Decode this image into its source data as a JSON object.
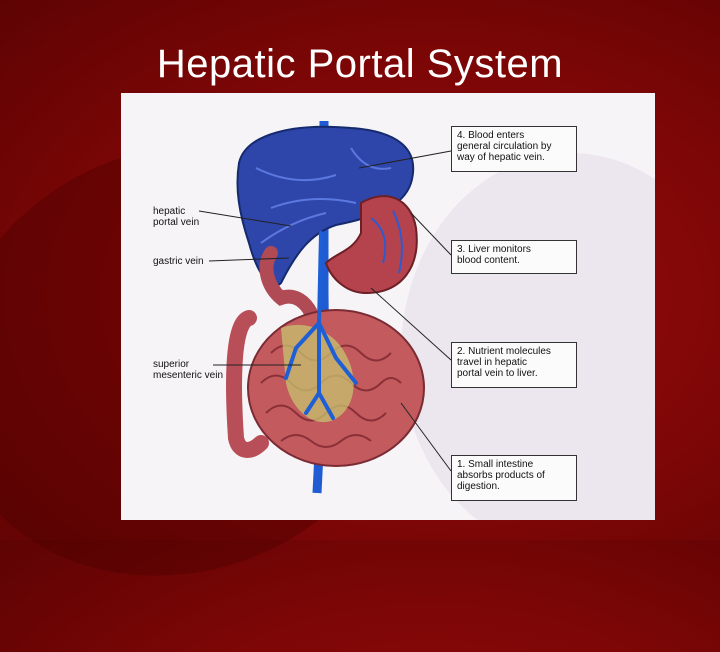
{
  "slide": {
    "title": "Hepatic Portal System"
  },
  "diagram": {
    "left_labels": [
      "hepatic\nportal vein",
      "gastric vein",
      "superior\nmesenteric vein"
    ],
    "callouts": [
      "4. Blood enters\ngeneral circulation by\nway of hepatic vein.",
      "3. Liver monitors\nblood content.",
      "2. Nutrient molecules\ntravel in hepatic\nportal vein to liver.",
      "1. Small intestine\nabsorbs products of\ndigestion."
    ]
  },
  "colors": {
    "background": "#7d0606",
    "liver": "#2d44a8",
    "stomach": "#b2424c",
    "intestine": "#c45a5c",
    "vein": "#1e5fd6",
    "fat": "#c2c070"
  }
}
